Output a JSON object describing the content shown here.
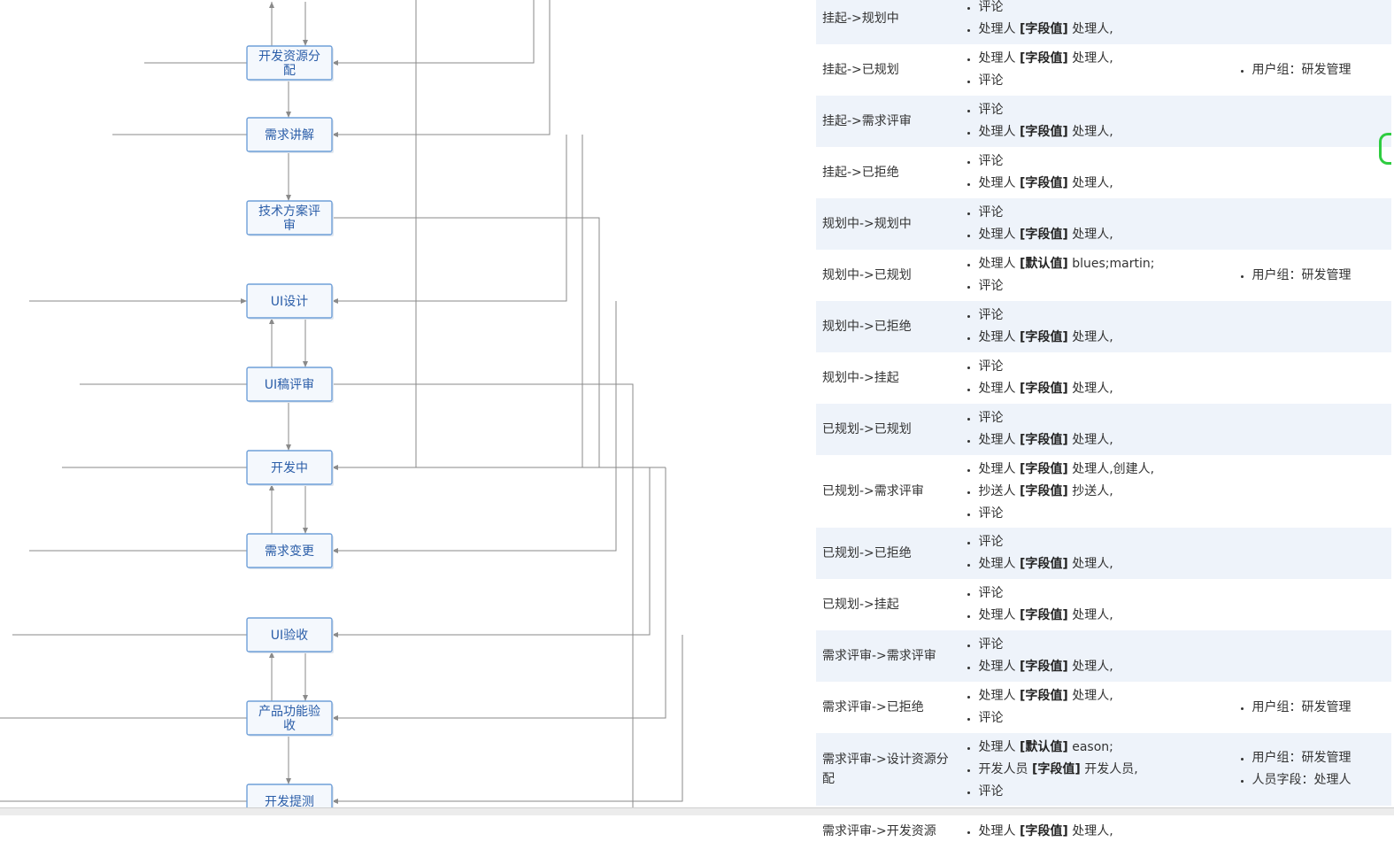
{
  "diagram": {
    "nodes": [
      {
        "id": "dev-resource",
        "lines": [
          "开发资源分",
          "配"
        ]
      },
      {
        "id": "req-explain",
        "lines": [
          "需求讲解"
        ]
      },
      {
        "id": "tech-review",
        "lines": [
          "技术方案评",
          "审"
        ]
      },
      {
        "id": "ui-design",
        "lines": [
          "UI设计"
        ]
      },
      {
        "id": "ui-review",
        "lines": [
          "UI稿评审"
        ]
      },
      {
        "id": "developing",
        "lines": [
          "开发中"
        ]
      },
      {
        "id": "req-change",
        "lines": [
          "需求变更"
        ]
      },
      {
        "id": "ui-accept",
        "lines": [
          "UI验收"
        ]
      },
      {
        "id": "product-accept",
        "lines": [
          "产品功能验",
          "收"
        ]
      },
      {
        "id": "dev-test",
        "lines": [
          "开发提测"
        ]
      }
    ]
  },
  "table": {
    "rows": [
      {
        "transition": "挂起->规划中",
        "actions": [
          {
            "text": "评论"
          },
          {
            "field": "处理人",
            "tag": "[字段值]",
            "value": "处理人,"
          }
        ],
        "conditions": []
      },
      {
        "transition": "挂起->已规划",
        "actions": [
          {
            "field": "处理人",
            "tag": "[字段值]",
            "value": "处理人,"
          },
          {
            "text": "评论"
          }
        ],
        "conditions": [
          "用户组：研发管理"
        ]
      },
      {
        "transition": "挂起->需求评审",
        "actions": [
          {
            "text": "评论"
          },
          {
            "field": "处理人",
            "tag": "[字段值]",
            "value": "处理人,"
          }
        ],
        "conditions": []
      },
      {
        "transition": "挂起->已拒绝",
        "actions": [
          {
            "text": "评论"
          },
          {
            "field": "处理人",
            "tag": "[字段值]",
            "value": "处理人,"
          }
        ],
        "conditions": []
      },
      {
        "transition": "规划中->规划中",
        "actions": [
          {
            "text": "评论"
          },
          {
            "field": "处理人",
            "tag": "[字段值]",
            "value": "处理人,"
          }
        ],
        "conditions": []
      },
      {
        "transition": "规划中->已规划",
        "actions": [
          {
            "field": "处理人",
            "tag": "[默认值]",
            "value": "blues;martin;"
          },
          {
            "text": "评论"
          }
        ],
        "conditions": [
          "用户组：研发管理"
        ]
      },
      {
        "transition": "规划中->已拒绝",
        "actions": [
          {
            "text": "评论"
          },
          {
            "field": "处理人",
            "tag": "[字段值]",
            "value": "处理人,"
          }
        ],
        "conditions": []
      },
      {
        "transition": "规划中->挂起",
        "actions": [
          {
            "text": "评论"
          },
          {
            "field": "处理人",
            "tag": "[字段值]",
            "value": "处理人,"
          }
        ],
        "conditions": []
      },
      {
        "transition": "已规划->已规划",
        "actions": [
          {
            "text": "评论"
          },
          {
            "field": "处理人",
            "tag": "[字段值]",
            "value": "处理人,"
          }
        ],
        "conditions": []
      },
      {
        "transition": "已规划->需求评审",
        "actions": [
          {
            "field": "处理人",
            "tag": "[字段值]",
            "value": "处理人,创建人,"
          },
          {
            "field": "抄送人",
            "tag": "[字段值]",
            "value": "抄送人,"
          },
          {
            "text": "评论"
          }
        ],
        "conditions": []
      },
      {
        "transition": "已规划->已拒绝",
        "actions": [
          {
            "text": "评论"
          },
          {
            "field": "处理人",
            "tag": "[字段值]",
            "value": "处理人,"
          }
        ],
        "conditions": []
      },
      {
        "transition": "已规划->挂起",
        "actions": [
          {
            "text": "评论"
          },
          {
            "field": "处理人",
            "tag": "[字段值]",
            "value": "处理人,"
          }
        ],
        "conditions": []
      },
      {
        "transition": "需求评审->需求评审",
        "actions": [
          {
            "text": "评论"
          },
          {
            "field": "处理人",
            "tag": "[字段值]",
            "value": "处理人,"
          }
        ],
        "conditions": []
      },
      {
        "transition": "需求评审->已拒绝",
        "actions": [
          {
            "field": "处理人",
            "tag": "[字段值]",
            "value": "处理人,"
          },
          {
            "text": "评论"
          }
        ],
        "conditions": [
          "用户组：研发管理"
        ]
      },
      {
        "transition": "需求评审->设计资源分配",
        "actions": [
          {
            "field": "处理人",
            "tag": "[默认值]",
            "value": "eason;"
          },
          {
            "field": "开发人员",
            "tag": "[字段值]",
            "value": "开发人员,"
          },
          {
            "text": "评论"
          }
        ],
        "conditions": [
          "用户组：研发管理",
          "人员字段：处理人"
        ]
      },
      {
        "transition": "需求评审->开发资源",
        "actions": [
          {
            "field": "处理人",
            "tag": "[字段值]",
            "value": "处理人,"
          }
        ],
        "conditions": []
      }
    ]
  }
}
